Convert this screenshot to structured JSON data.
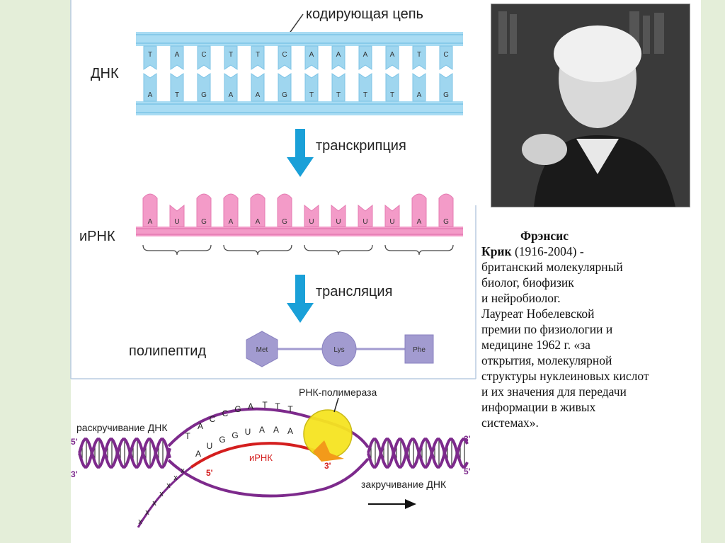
{
  "top_diagram": {
    "coding_strand_label": "кодирующая цепь",
    "dna_label": "ДНК",
    "dna_top_bases": [
      "T",
      "A",
      "C",
      "T",
      "T",
      "C",
      "A",
      "A",
      "A",
      "A",
      "T",
      "C"
    ],
    "dna_bottom_bases": [
      "A",
      "T",
      "G",
      "A",
      "A",
      "G",
      "T",
      "T",
      "T",
      "T",
      "A",
      "G"
    ],
    "transcription_label": "транскрипция",
    "mrna_label": "иРНК",
    "mrna_bases": [
      "A",
      "U",
      "G",
      "A",
      "A",
      "G",
      "U",
      "U",
      "U",
      "U",
      "A",
      "G"
    ],
    "translation_label": "трансляция",
    "polypeptide_label": "полипептид",
    "amino_acids": [
      "Met",
      "Lys",
      "Phe"
    ],
    "colors": {
      "dna_strand": "#a9dcf3",
      "dna_base": "#9fd6ef",
      "mrna": "#f39bc8",
      "arrow": "#1aa0d8",
      "amino": "#a29bd0"
    }
  },
  "bottom_diagram": {
    "polymerase_label": "РНК-полимераза",
    "unwinding_label": "раскручивание ДНК",
    "rewinding_label": "закручивание ДНК",
    "mrna_label": "иРНК",
    "end_5": "5'",
    "end_3": "3'",
    "template_letters": [
      "T",
      "A",
      "C",
      "C",
      "G",
      "A",
      "T",
      "T",
      "T"
    ],
    "rna_letters": [
      "A",
      "U",
      "G",
      "G",
      "U",
      "A",
      "A",
      "A"
    ],
    "colors": {
      "strand_purple": "#7d2a8c",
      "mrna_red": "#d41e1e",
      "polymerase": "#f6e421"
    }
  },
  "photo": {
    "icon": "portrait-photo"
  },
  "bio": {
    "first_name": "Фрэнсис",
    "surname": "Крик",
    "years": " (1916-2004) -",
    "line1": "британский молекулярный",
    "line2": "биолог, биофизик",
    "line3": "и нейробиолог.",
    "line4": "Лауреат Нобелевской",
    "line5": "премии по физиологии и",
    "line6": "медицине 1962 г.  «за",
    "line7": "открытия, молекулярной",
    "line8": "структуры нуклеиновых кислот",
    "line9": "и их значения для передачи",
    "line10": "информации в живых",
    "line11": "системах»."
  }
}
